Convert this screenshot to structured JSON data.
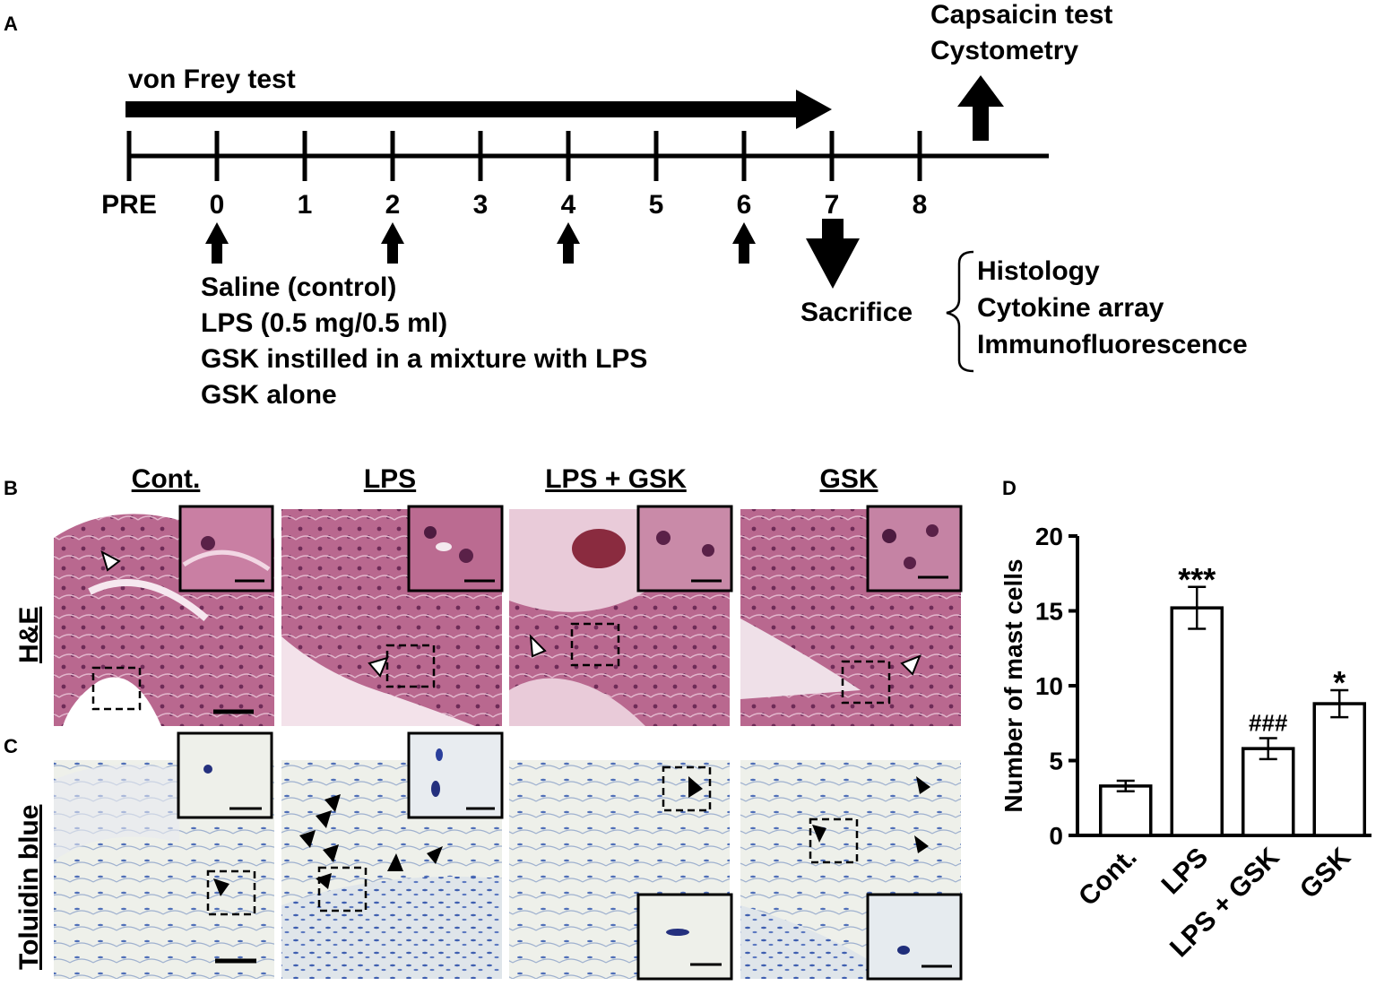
{
  "panels": {
    "a": "A",
    "b": "B",
    "c": "C",
    "d": "D"
  },
  "timeline": {
    "ticks": [
      "PRE",
      "0",
      "1",
      "2",
      "3",
      "4",
      "5",
      "6",
      "7",
      "8"
    ],
    "von_frey": "von Frey test",
    "endpoint_tests": [
      "Capsaicin test",
      "Cystometry"
    ],
    "treatments": [
      "Saline (control)",
      "LPS (0.5 mg/0.5 ml)",
      "GSK instilled in a mixture with LPS",
      "GSK alone"
    ],
    "sacrifice": "Sacrifice",
    "analyses": [
      "Histology",
      "Cytokine array",
      "Immunofluorescence"
    ]
  },
  "histology": {
    "columns": [
      "Cont.",
      "LPS",
      "LPS + GSK",
      "GSK"
    ],
    "rows": [
      "H&E",
      "Toluidin blue"
    ],
    "colors": {
      "he_tissue": "#9c4a72",
      "he_light": "#d7a8c0",
      "tb_bg": "#f1f3ee",
      "tb_cell": "#2a3f9c"
    }
  },
  "chart_data": {
    "type": "bar",
    "categories": [
      "Cont.",
      "LPS",
      "LPS + GSK",
      "GSK"
    ],
    "values": [
      3.3,
      15.2,
      5.8,
      8.8
    ],
    "errors": [
      0.35,
      1.4,
      0.7,
      0.9
    ],
    "annotations": [
      "",
      "***",
      "###",
      "*"
    ],
    "ylabel": "Number of mast cells",
    "ylim": [
      0,
      20
    ],
    "yticks": [
      "0",
      "5",
      "10",
      "15",
      "20"
    ],
    "grid": false,
    "bar_fill": "#ffffff",
    "bar_stroke": "#000000"
  }
}
